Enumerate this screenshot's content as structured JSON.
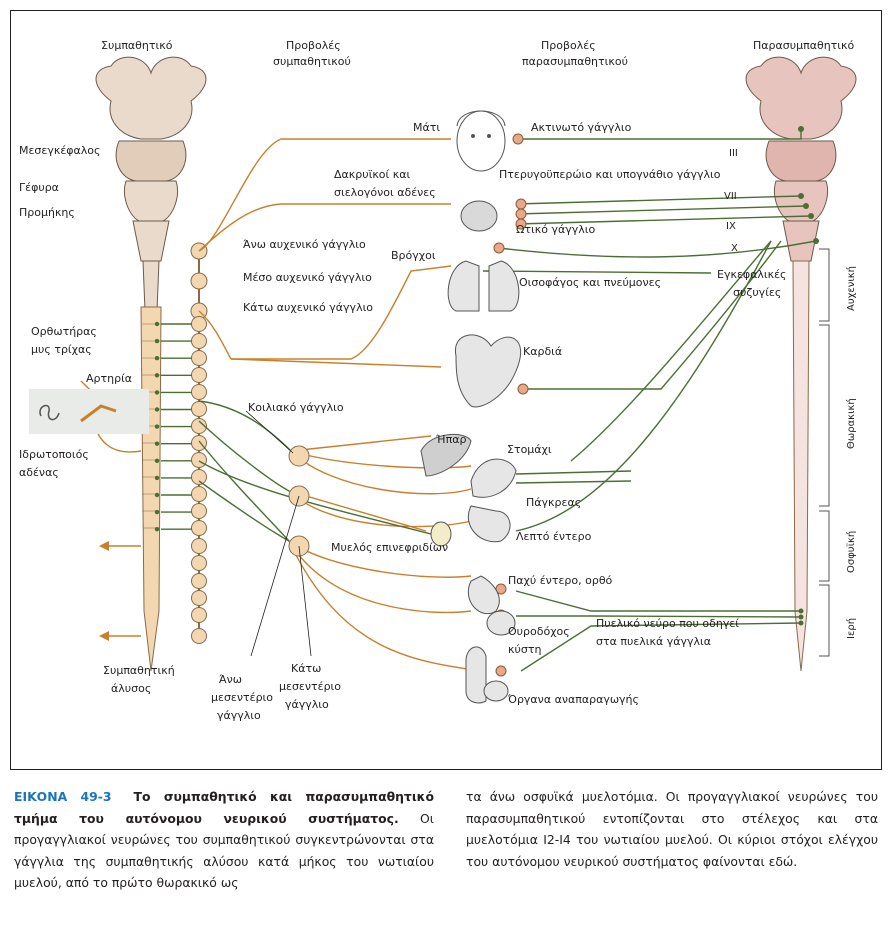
{
  "headers": {
    "sympathetic": "Συμπαθητικό",
    "sympathetic_projections_1": "Προβολές",
    "sympathetic_projections_2": "συμπαθητικού",
    "parasympathetic_projections_1": "Προβολές",
    "parasympathetic_projections_2": "παρασυμπαθητικού",
    "parasympathetic": "Παρασυμπαθητικό"
  },
  "brain_labels": {
    "midbrain": "Μεσεγκέφαλος",
    "pons": "Γέφυρα",
    "medulla": "Προμήκης"
  },
  "left_labels": {
    "arrector_1": "Ορθωτήρας",
    "arrector_2": "μυς τρίχας",
    "artery": "Αρτηρία",
    "sweat_1": "Ιδρωτοποιός",
    "sweat_2": "αδένας",
    "chain_1": "Συμπαθητική",
    "chain_2": "άλυσος"
  },
  "ganglia": {
    "superior_cervical": "Άνω αυχενικό γάγγλιο",
    "middle_cervical": "Μέσο αυχενικό γάγγλιο",
    "inferior_cervical": "Κάτω αυχενικό γάγγλιο",
    "celiac": "Κοιλιακό γάγγλιο",
    "sup_mesenteric_1": "Άνω",
    "sup_mesenteric_2": "μεσεντέριο",
    "sup_mesenteric_3": "γάγγλιο",
    "inf_mesenteric_1": "Κάτω",
    "inf_mesenteric_2": "μεσεντέριο",
    "inf_mesenteric_3": "γάγγλιο"
  },
  "organs": {
    "eye": "Μάτι",
    "ciliary": "Ακτινωτό γάγγλιο",
    "lacrimal_1": "Δακρυϊκοί και",
    "lacrimal_2": "σιελογόνοι αδένες",
    "pterygo": "Πτερυγοϋπερώιο και υπογνάθιο γάγγλιο",
    "otic": "Ωτικό γάγγλιο",
    "bronchi": "Βρόγχοι",
    "esophagus": "Οισοφάγος και πνεύμονες",
    "heart": "Καρδιά",
    "liver": "Ήπαρ",
    "stomach": "Στομάχι",
    "pancreas": "Πάγκρεας",
    "small_intestine": "Λεπτό έντερο",
    "adrenal": "Μυελός επινεφριδίων",
    "colon": "Παχύ έντερο, ορθό",
    "bladder_1": "Ουροδόχος",
    "bladder_2": "κύστη",
    "reproductive": "Όργανα αναπαραγωγής",
    "pelvic_1": "Πυελικό νεύρο που οδηγεί",
    "pelvic_2": "στα πυελικά γάγγλια"
  },
  "cranial": {
    "III": "III",
    "VII": "VII",
    "IX": "IX",
    "X": "X",
    "cranial_1": "Εγκεφαλικές",
    "cranial_2": "συζυγίες"
  },
  "regions": {
    "cervical": "Αυχενική",
    "thoracic": "Θωρακική",
    "lumbar": "Οσφυϊκή",
    "sacral": "Ιερή"
  },
  "colors": {
    "sympathetic_line": "#c8802c",
    "parasympathetic_line": "#4c6e34",
    "chain_fill": "#f2d7b0",
    "brain_fill": "#eadacb",
    "brain_right_fill": "#e8c4bf",
    "caption_accent": "#1b75bb"
  },
  "caption": {
    "number": "ΕΙΚΟΝΑ 49-3",
    "title": "Το συμπαθητικό και παρασυμπαθητικό τμήμα του αυτόνομου νευρικού συστήματος.",
    "body_left": "Οι προγαγγλιακοί νευρώνες του συμπαθητικού συγκεντρώνονται στα γάγγλια της συμπαθητικής αλύσου κατά μήκος του νωτιαίου μυελού, από το πρώτο θωρακικό ως",
    "body_right": "τα άνω οσφυϊκά μυελοτόμια. Οι προγαγγλιακοί νευρώνες του παρασυμπαθητικού εντοπίζονται στο στέλεχος και στα μυελοτόμια Ι2-Ι4 του νωτιαίου μυελού. Οι κύριοι στόχοι ελέγχου του αυτόνομου νευρικού συστήματος φαίνονται εδώ."
  }
}
